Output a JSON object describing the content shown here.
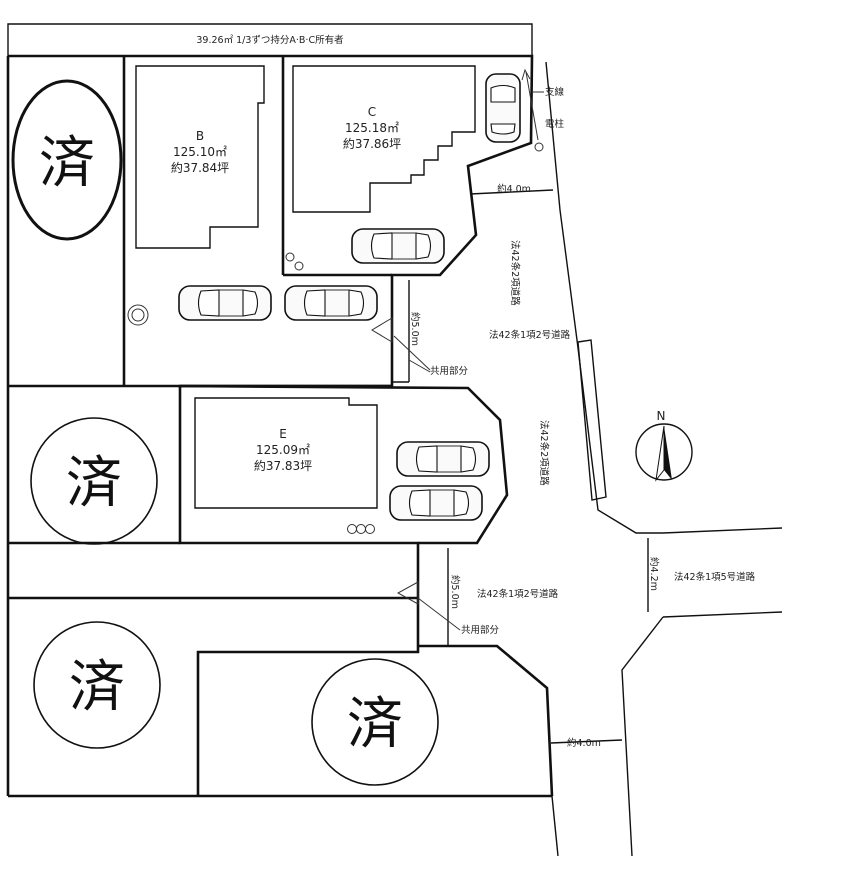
{
  "top_strip_label": "39.26㎡ 1/3ずつ持分A·B·C所有者",
  "lots": {
    "B": {
      "name": "B",
      "area": "125.10㎡",
      "tsubo": "約37.84坪"
    },
    "C": {
      "name": "C",
      "area": "125.18㎡",
      "tsubo": "約37.86坪"
    },
    "E": {
      "name": "E",
      "area": "125.09㎡",
      "tsubo": "約37.83坪"
    }
  },
  "sold_mark": "済",
  "roads": {
    "width_4m": "約4.0m",
    "road_42_1_2": "法42条1項2号道路",
    "road_42_2_top": "法42条2項道路",
    "road_42_2_mid": "法42条2項道路",
    "road_42_1_5": "法42条1項5号道路",
    "width_5m": "約5.0m",
    "width_42m": "約4.2m",
    "width_4m_bottom": "約4.0m"
  },
  "shared_part": "共用部分",
  "utilities": {
    "guy_wire": "支線",
    "pole": "電柱"
  },
  "compass": "N"
}
